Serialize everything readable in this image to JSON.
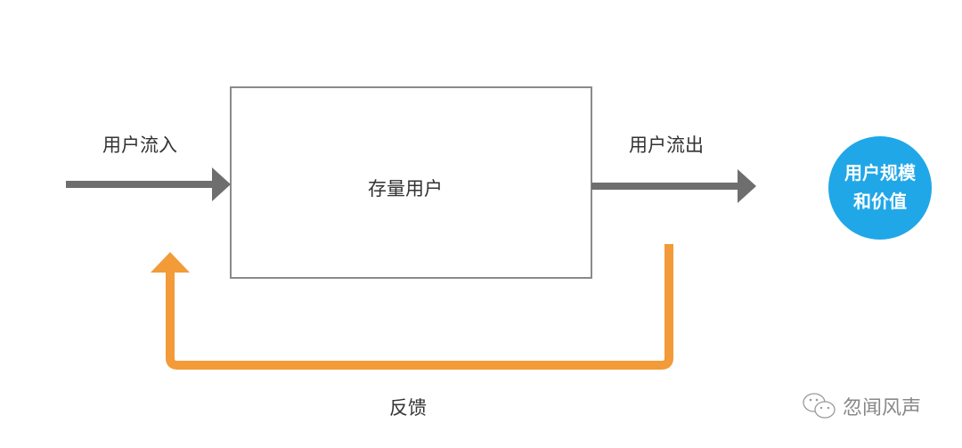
{
  "labels": {
    "inflow": "用户流入",
    "stock": "存量用户",
    "outflow": "用户流出",
    "feedback": "反馈",
    "value_line1": "用户规模",
    "value_line2": "和价值"
  },
  "watermark": "忽闻风声",
  "colors": {
    "gray_arrow": "#6e6e6e",
    "feedback": "#f29b38",
    "circle": "#20a7e8",
    "box_border": "#8a8a8a"
  }
}
